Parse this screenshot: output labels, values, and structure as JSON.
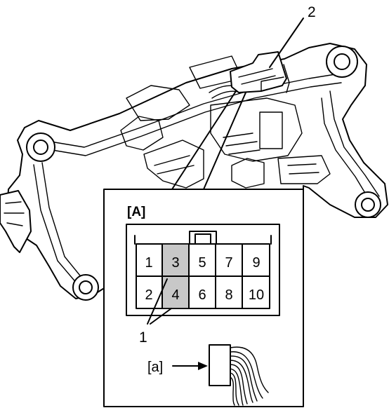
{
  "callouts": {
    "component_number": "2",
    "terminal_pointer_number": "1"
  },
  "inset": {
    "view_label": "[A]",
    "wire_side_label": "[a]",
    "pins_top": [
      "1",
      "3",
      "5",
      "7",
      "9"
    ],
    "pins_bottom": [
      "2",
      "4",
      "6",
      "8",
      "10"
    ],
    "highlighted_pins": [
      "3",
      "4"
    ],
    "highlight_color": "#c8c8c8"
  }
}
